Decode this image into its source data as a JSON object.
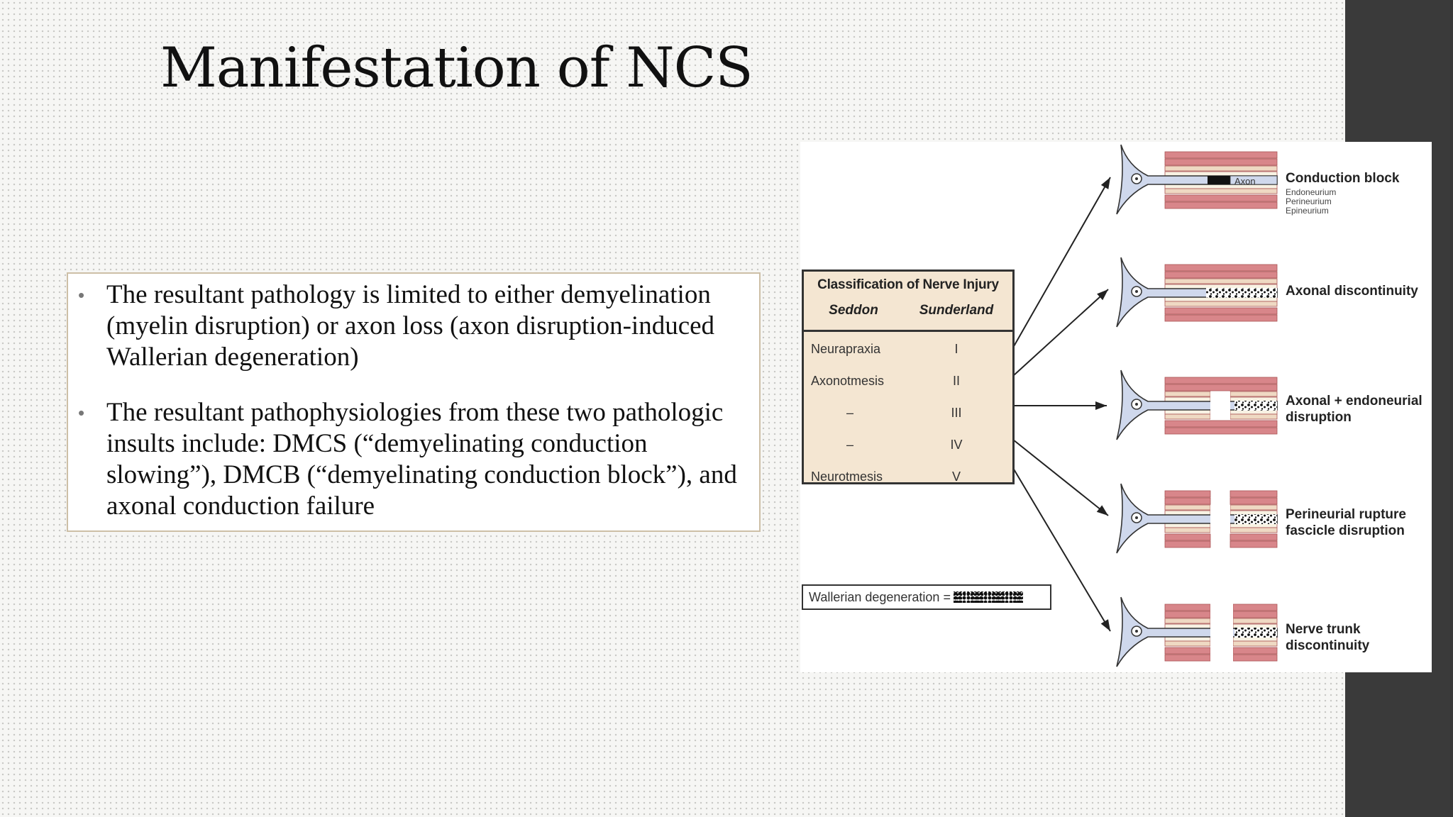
{
  "slide": {
    "title": "Manifestation of NCS",
    "bullets": [
      "The resultant pathology is limited to either demyelination (myelin disruption) or axon loss (axon disruption-induced Wallerian degeneration)",
      "The resultant pathophysiologies from these two pathologic insults include: DMCS (“demyelinating conduction slowing”), DMCB (“demyelinating conduction block”), and axonal conduction failure"
    ],
    "bullet_marker": "•"
  },
  "figure": {
    "table": {
      "title": "Classification of Nerve Injury",
      "columns": [
        "Seddon",
        "Sunderland"
      ],
      "rows": [
        [
          "Neurapraxia",
          "I"
        ],
        [
          "Axonotmesis",
          "II"
        ],
        [
          "–",
          "III"
        ],
        [
          "–",
          "IV"
        ],
        [
          "Neurotmesis",
          "V"
        ]
      ]
    },
    "legend": {
      "label": "Wallerian degeneration ="
    },
    "axon_label": "Axon",
    "layer_labels": [
      "Endoneurium",
      "Perineurium",
      "Epineurium"
    ],
    "injuries": [
      "Conduction block",
      "Axonal discontinuity",
      "Axonal + endoneurial disruption",
      "Perineurial rupture fascicle disruption",
      "Nerve trunk discontinuity"
    ],
    "colors": {
      "epineurium": "#d8868a",
      "perineurium": "#efd9c3",
      "endoneurium": "#f8f2e3",
      "axon": "#cfd8ec",
      "cell_body": "#cfd8ec",
      "table_bg": "#f4e6d2"
    }
  }
}
